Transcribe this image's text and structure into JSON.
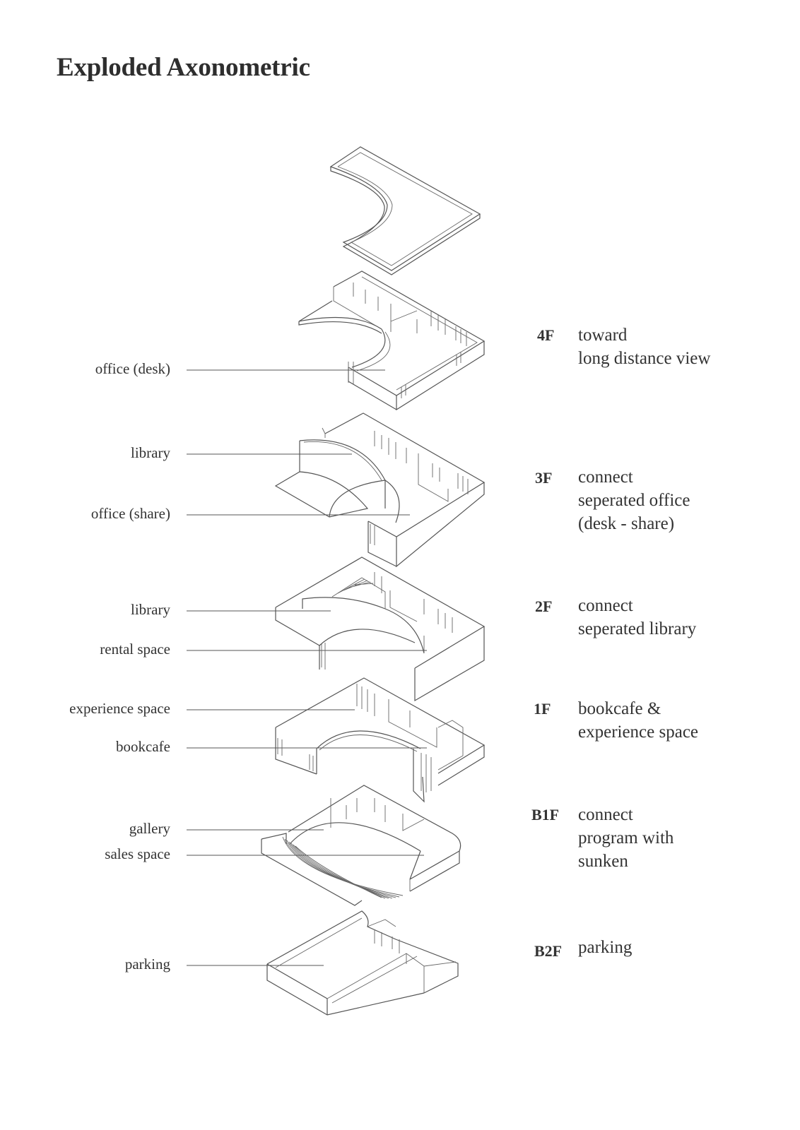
{
  "title": "Exploded Axonometric",
  "left_labels": [
    "office (desk)",
    "library",
    "office (share)",
    "library",
    "rental space",
    "experience space",
    "bookcafe",
    "gallery",
    "sales space",
    "parking"
  ],
  "floors": [
    {
      "code": "4F",
      "lines": [
        "toward",
        "long distance view"
      ]
    },
    {
      "code": "3F",
      "lines": [
        "connect",
        "seperated office",
        "(desk - share)"
      ]
    },
    {
      "code": "2F",
      "lines": [
        "connect",
        "seperated library"
      ]
    },
    {
      "code": "1F",
      "lines": [
        "bookcafe &",
        "experience space"
      ]
    },
    {
      "code": "B1F",
      "lines": [
        "connect",
        "program with",
        "sunken"
      ]
    },
    {
      "code": "B2F",
      "lines": [
        "parking"
      ]
    }
  ]
}
